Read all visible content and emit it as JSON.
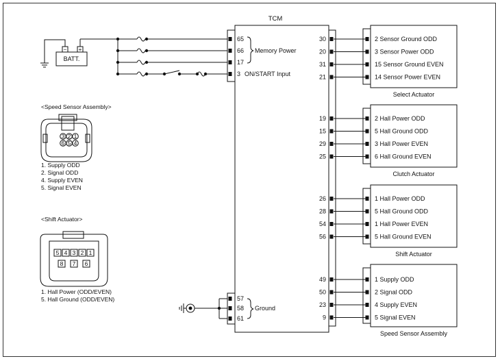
{
  "tcm": {
    "title": "TCM",
    "memory_power": "Memory Power",
    "ground": "Ground",
    "on_start": "ON/START Input"
  },
  "battery": {
    "label": "BATT."
  },
  "left_pins": {
    "power": [
      "65",
      "66",
      "17"
    ],
    "on_start": "3",
    "ground": [
      "57",
      "58",
      "61"
    ]
  },
  "connectors": [
    {
      "name": "Select Actuator",
      "pins": [
        {
          "tcm_pin": "30",
          "label": "2 Sensor Ground ODD"
        },
        {
          "tcm_pin": "20",
          "label": "3 Sensor Power ODD"
        },
        {
          "tcm_pin": "31",
          "label": "15 Sensor Ground EVEN"
        },
        {
          "tcm_pin": "21",
          "label": "14 Sensor Power EVEN"
        }
      ]
    },
    {
      "name": "Clutch Actuator",
      "pins": [
        {
          "tcm_pin": "19",
          "label": "2 Hall Power ODD"
        },
        {
          "tcm_pin": "15",
          "label": "5 Hall Ground ODD"
        },
        {
          "tcm_pin": "29",
          "label": "3 Hall Power EVEN"
        },
        {
          "tcm_pin": "25",
          "label": "6 Hall Ground EVEN"
        }
      ]
    },
    {
      "name": "Shift Actuator",
      "pins": [
        {
          "tcm_pin": "26",
          "label": "1 Hall Power ODD"
        },
        {
          "tcm_pin": "28",
          "label": "5 Hall Ground ODD"
        },
        {
          "tcm_pin": "54",
          "label": "1 Hall Power EVEN"
        },
        {
          "tcm_pin": "56",
          "label": "5 Hall Ground EVEN"
        }
      ]
    },
    {
      "name": "Speed Sensor Assembly",
      "pins": [
        {
          "tcm_pin": "49",
          "label": "1 Supply ODD"
        },
        {
          "tcm_pin": "50",
          "label": "2 Signal ODD"
        },
        {
          "tcm_pin": "23",
          "label": "4 Supply EVEN"
        },
        {
          "tcm_pin": "9",
          "label": "5 Signal EVEN"
        }
      ]
    }
  ],
  "speed_sensor_view": {
    "title": "<Speed Sensor Assembly>",
    "pin_numbers": [
      "3",
      "2",
      "1",
      "6",
      "5",
      "4"
    ],
    "legend": [
      "1. Supply ODD",
      "2. Signal ODD",
      "4. Supply EVEN",
      "5. Signal EVEN"
    ]
  },
  "shift_actuator_view": {
    "title": "<Shift Actuator>",
    "pin_numbers": [
      "5",
      "4",
      "3",
      "2",
      "1",
      "8",
      "7",
      "6"
    ],
    "legend": [
      "1. Hall Power (ODD/EVEN)",
      "5. Hall Ground (ODD/EVEN)"
    ]
  }
}
